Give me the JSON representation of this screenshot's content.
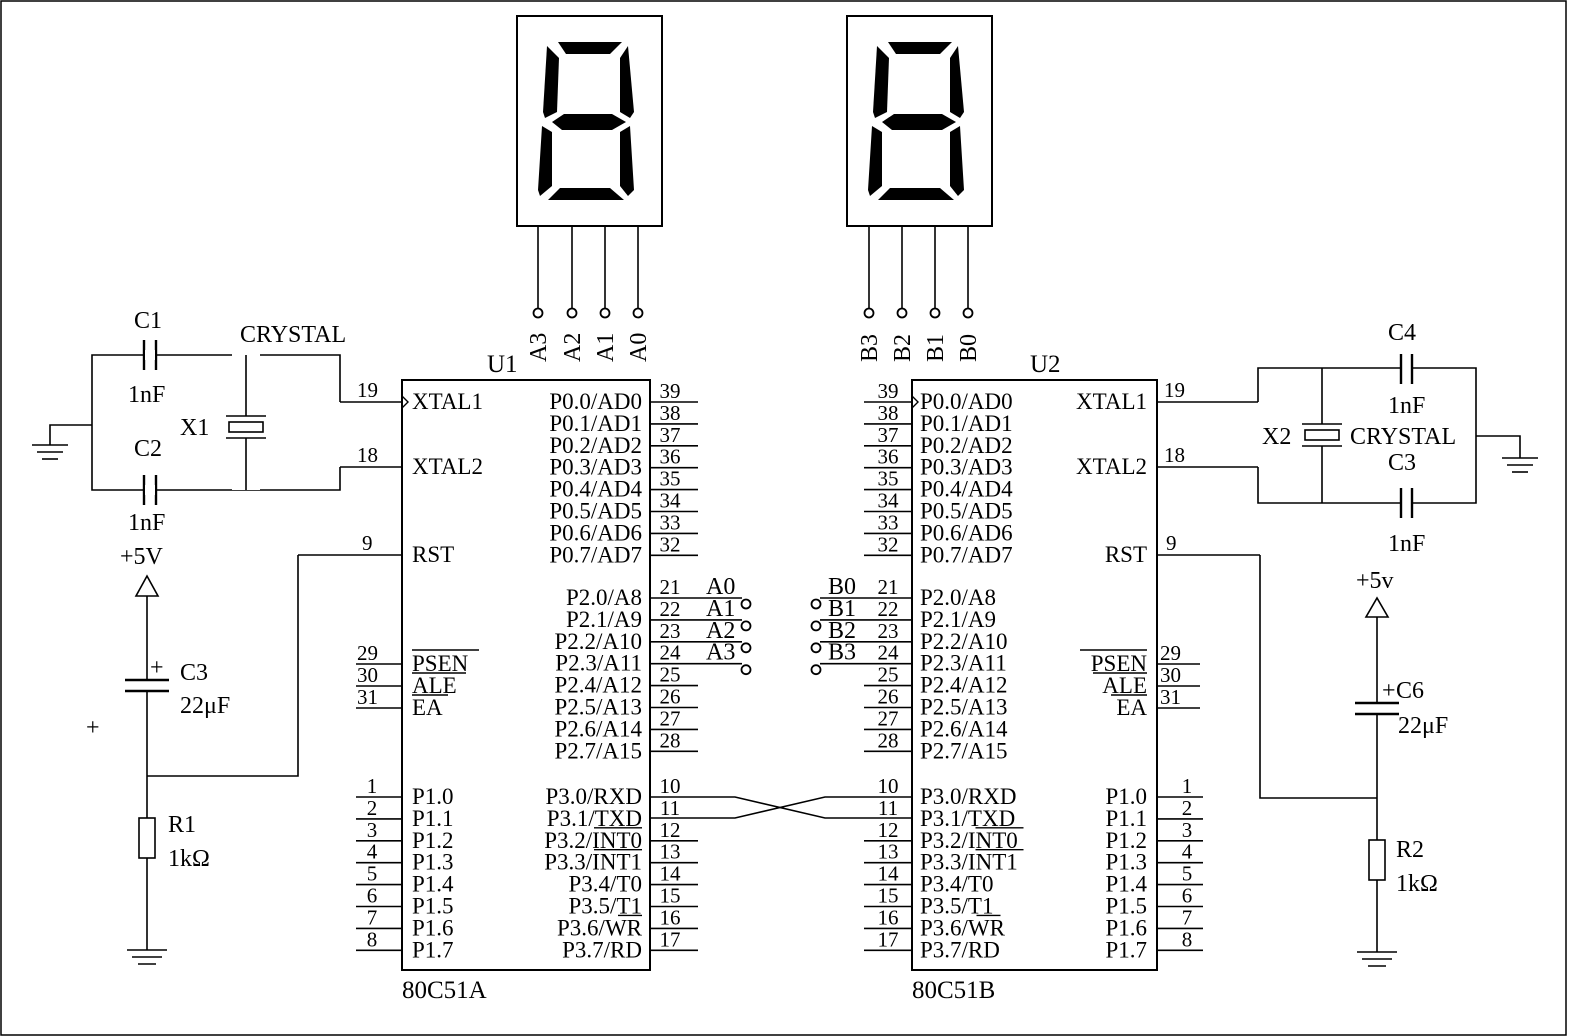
{
  "u1": {
    "ref": "U1",
    "part": "80C51A",
    "xtal1_pin": "19",
    "xtal1_label": "XTAL1",
    "xtal2_pin": "18",
    "xtal2_label": "XTAL2",
    "rst_pin": "9",
    "rst_label": "RST",
    "psen_pin": "29",
    "psen_label": "PSEN",
    "ale_pin": "30",
    "ale_label": "ALE",
    "ea_pin": "31",
    "ea_label": "EA",
    "p0": [
      {
        "label": "P0.0/AD0",
        "pin": "39"
      },
      {
        "label": "P0.1/AD1",
        "pin": "38"
      },
      {
        "label": "P0.2/AD2",
        "pin": "37"
      },
      {
        "label": "P0.3/AD3",
        "pin": "36"
      },
      {
        "label": "P0.4/AD4",
        "pin": "35"
      },
      {
        "label": "P0.5/AD5",
        "pin": "34"
      },
      {
        "label": "P0.6/AD6",
        "pin": "33"
      },
      {
        "label": "P0.7/AD7",
        "pin": "32"
      }
    ],
    "p2": [
      {
        "label": "P2.0/A8",
        "pin": "21",
        "net": "A0"
      },
      {
        "label": "P2.1/A9",
        "pin": "22",
        "net": "A1"
      },
      {
        "label": "P2.2/A10",
        "pin": "23",
        "net": "A2"
      },
      {
        "label": "P2.3/A11",
        "pin": "24",
        "net": "A3"
      },
      {
        "label": "P2.4/A12",
        "pin": "25",
        "net": ""
      },
      {
        "label": "P2.5/A13",
        "pin": "26",
        "net": ""
      },
      {
        "label": "P2.6/A14",
        "pin": "27",
        "net": ""
      },
      {
        "label": "P2.7/A15",
        "pin": "28",
        "net": ""
      }
    ],
    "p1": [
      {
        "label": "P1.0",
        "pin": "1"
      },
      {
        "label": "P1.1",
        "pin": "2"
      },
      {
        "label": "P1.2",
        "pin": "3"
      },
      {
        "label": "P1.3",
        "pin": "4"
      },
      {
        "label": "P1.4",
        "pin": "5"
      },
      {
        "label": "P1.5",
        "pin": "6"
      },
      {
        "label": "P1.6",
        "pin": "7"
      },
      {
        "label": "P1.7",
        "pin": "8"
      }
    ],
    "p3": [
      {
        "label": "P3.0/RXD",
        "pin": "10"
      },
      {
        "label": "P3.1/TXD",
        "pin": "11"
      },
      {
        "label": "P3.2/INT0",
        "pin": "12"
      },
      {
        "label": "P3.3/INT1",
        "pin": "13"
      },
      {
        "label": "P3.4/T0",
        "pin": "14"
      },
      {
        "label": "P3.5/T1",
        "pin": "15"
      },
      {
        "label": "P3.6/WR",
        "pin": "16"
      },
      {
        "label": "P3.7/RD",
        "pin": "17"
      }
    ]
  },
  "u2": {
    "ref": "U2",
    "part": "80C51B",
    "xtal1_pin": "19",
    "xtal1_label": "XTAL1",
    "xtal2_pin": "18",
    "xtal2_label": "XTAL2",
    "rst_pin": "9",
    "rst_label": "RST",
    "psen_pin": "29",
    "psen_label": "PSEN",
    "ale_pin": "30",
    "ale_label": "ALE",
    "ea_pin": "31",
    "ea_label": "EA",
    "p0": [
      {
        "label": "P0.0/AD0",
        "pin": "39"
      },
      {
        "label": "P0.1/AD1",
        "pin": "38"
      },
      {
        "label": "P0.2/AD2",
        "pin": "37"
      },
      {
        "label": "P0.3/AD3",
        "pin": "36"
      },
      {
        "label": "P0.4/AD4",
        "pin": "35"
      },
      {
        "label": "P0.5/AD5",
        "pin": "34"
      },
      {
        "label": "P0.6/AD6",
        "pin": "33"
      },
      {
        "label": "P0.7/AD7",
        "pin": "32"
      }
    ],
    "p2": [
      {
        "label": "P2.0/A8",
        "pin": "21",
        "net": "B0"
      },
      {
        "label": "P2.1/A9",
        "pin": "22",
        "net": "B1"
      },
      {
        "label": "P2.2/A10",
        "pin": "23",
        "net": "B2"
      },
      {
        "label": "P2.3/A11",
        "pin": "24",
        "net": "B3"
      },
      {
        "label": "P2.4/A12",
        "pin": "25",
        "net": ""
      },
      {
        "label": "P2.5/A13",
        "pin": "26",
        "net": ""
      },
      {
        "label": "P2.6/A14",
        "pin": "27",
        "net": ""
      },
      {
        "label": "P2.7/A15",
        "pin": "28",
        "net": ""
      }
    ],
    "p1": [
      {
        "label": "P1.0",
        "pin": "1"
      },
      {
        "label": "P1.1",
        "pin": "2"
      },
      {
        "label": "P1.2",
        "pin": "3"
      },
      {
        "label": "P1.3",
        "pin": "4"
      },
      {
        "label": "P1.4",
        "pin": "5"
      },
      {
        "label": "P1.5",
        "pin": "6"
      },
      {
        "label": "P1.6",
        "pin": "7"
      },
      {
        "label": "P1.7",
        "pin": "8"
      }
    ],
    "p3": [
      {
        "label": "P3.0/RXD",
        "pin": "10"
      },
      {
        "label": "P3.1/TXD",
        "pin": "11"
      },
      {
        "label": "P3.2/INT0",
        "pin": "12"
      },
      {
        "label": "P3.3/INT1",
        "pin": "13"
      },
      {
        "label": "P3.4/T0",
        "pin": "14"
      },
      {
        "label": "P3.5/T1",
        "pin": "15"
      },
      {
        "label": "P3.6/WR",
        "pin": "16"
      },
      {
        "label": "P3.7/RD",
        "pin": "17"
      }
    ]
  },
  "display_a": {
    "nets": [
      "A3",
      "A2",
      "A1",
      "A0"
    ]
  },
  "display_b": {
    "nets": [
      "B3",
      "B2",
      "B1",
      "B0"
    ]
  },
  "left": {
    "c1": {
      "ref": "C1",
      "value": "1nF"
    },
    "c2": {
      "ref": "C2",
      "value": "1nF"
    },
    "x1": {
      "ref": "X1",
      "type": "CRYSTAL"
    },
    "vcc": "+5V",
    "c3": {
      "ref": "C3",
      "value": "22μF",
      "polarity": "+"
    },
    "stray_plus": "+",
    "r1": {
      "ref": "R1",
      "value": "1kΩ"
    }
  },
  "right": {
    "c4": {
      "ref": "C4",
      "value": "1nF"
    },
    "c3": {
      "ref": "C3",
      "value": "1nF"
    },
    "x2": {
      "ref": "X2",
      "type": "CRYSTAL"
    },
    "vcc": "+5v",
    "c6": {
      "ref": "C6",
      "value": "22μF",
      "polarity": "+"
    },
    "r2": {
      "ref": "R2",
      "value": "1kΩ"
    }
  }
}
